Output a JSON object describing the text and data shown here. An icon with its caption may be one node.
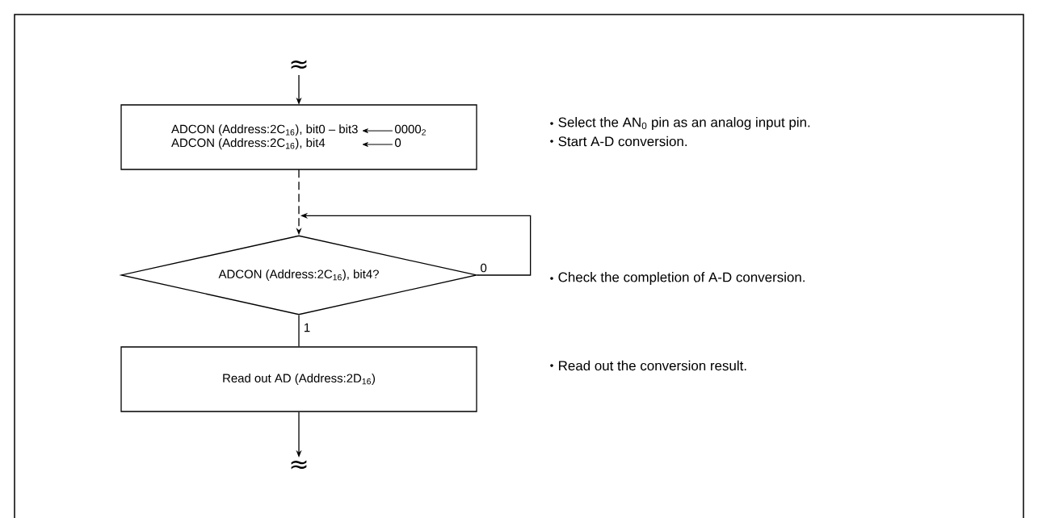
{
  "diagram": {
    "nodes": [
      {
        "text": [
          "≈"
        ]
      },
      {
        "text": [
          "ADCON (Address:2C$_{16}$), bit0 – bit3",
          "0000$_{2}$",
          "ADCON (Address:2C$_{16}$), bit4",
          "0"
        ]
      },
      {
        "text": [
          "ADCON (Address:2C$_{16}$), bit4?"
        ]
      },
      {
        "text": [
          "Read out AD (Address:2D$_{16}$)"
        ]
      },
      {
        "text": [
          "≈"
        ]
      }
    ],
    "edges": [
      {
        "from": 0,
        "to": 1,
        "arrow": "to"
      },
      {
        "from": 1,
        "to": 2,
        "arrow": "to",
        "style": "dashed"
      },
      {
        "from": 2,
        "to": 2,
        "arrow": "to",
        "label": "0"
      },
      {
        "from": 2,
        "to": 3,
        "arrow": "none",
        "label": "1"
      },
      {
        "from": 3,
        "to": 4,
        "arrow": "to"
      }
    ],
    "labels": [
      "Select the AN$_{0}$ pin as an analog input pin.",
      "Start A-D conversion.",
      "Check the completion of A-D conversion.",
      "Read out the conversion result."
    ]
  }
}
